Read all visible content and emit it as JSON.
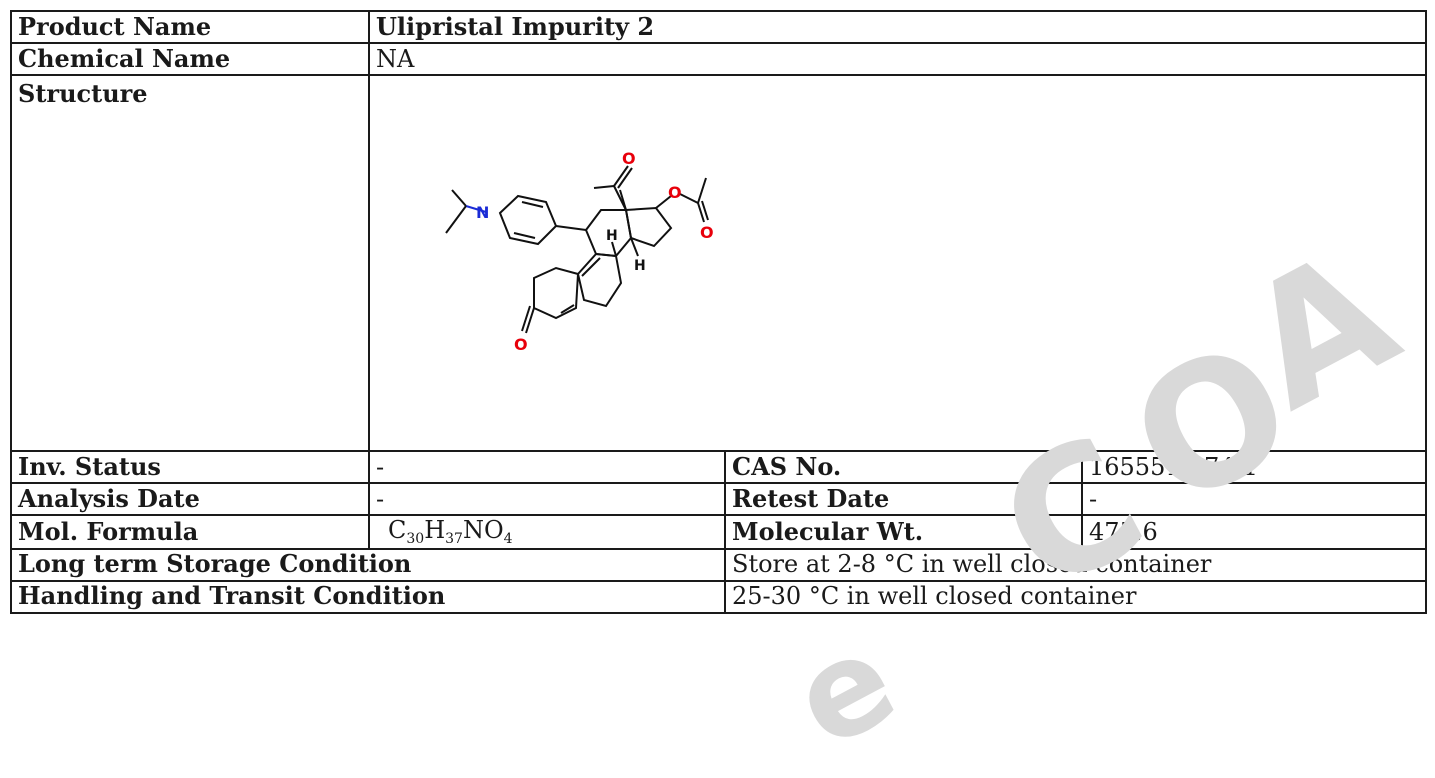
{
  "rows": {
    "product_name": {
      "label": "Product Name",
      "value": "Ulipristal Impurity 2"
    },
    "chemical_name": {
      "label": "Chemical Name",
      "value": "NA"
    },
    "structure": {
      "label": "Structure"
    },
    "inv_status": {
      "label": "Inv. Status",
      "value": "-"
    },
    "cas_no": {
      "label": "CAS No.",
      "value": "1655514-74-1"
    },
    "analysis_date": {
      "label": "Analysis Date",
      "value": "-"
    },
    "retest_date": {
      "label": "Retest Date",
      "value": "-"
    },
    "mol_formula": {
      "label": "Mol. Formula",
      "parts": [
        "C",
        "30",
        "H",
        "37",
        "NO",
        "4"
      ]
    },
    "molecular_wt": {
      "label": "Molecular Wt.",
      "value": "475.6"
    },
    "storage": {
      "label": "Long term Storage Condition",
      "value": "Store at 2-8 °C in well closed container"
    },
    "handling": {
      "label": "Handling and Transit Condition",
      "value": "25-30 °C in well closed container"
    }
  },
  "structure_atoms": {
    "o": "O",
    "n": "N",
    "h": "H"
  },
  "watermark": [
    "C",
    "O",
    "A",
    "e"
  ],
  "colors": {
    "oxygen": "#e8000b",
    "nitrogen": "#1a2bd6",
    "watermark": "#d9d9d9"
  }
}
